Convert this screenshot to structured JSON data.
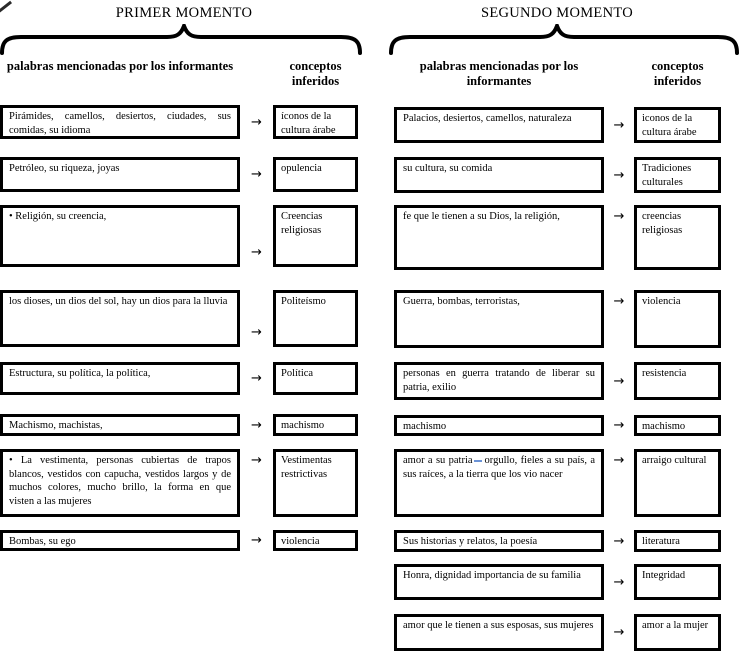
{
  "ui": {
    "arrow": "→",
    "ink_color": "#000000",
    "spellcheck_mark_color": "#6b93d6"
  },
  "primer": {
    "title": "PRIMER MOMENTO",
    "words_header": "palabras mencionadas por los informantes",
    "concepts_header": "conceptos inferidos",
    "rows": [
      {
        "words": "Pirámides, camellos, desiertos, ciudades, sus comidas, su idioma",
        "concept": "íconos de la cultura árabe"
      },
      {
        "words": "Petróleo, su riqueza, joyas",
        "concept": "opulencia"
      },
      {
        "words": "• Religión, su creencia,",
        "concept": "Creencias religiosas"
      },
      {
        "words": "los dioses, un dios del sol, hay un dios para la lluvia",
        "concept": "Politeísmo"
      },
      {
        "words": "Estructura, su política, la política,",
        "concept": "Política"
      },
      {
        "words": "Machismo, machistas,",
        "concept": "machismo"
      },
      {
        "words": "• La vestimenta, personas cubiertas de trapos blancos, vestidos con capucha, vestidos largos y de muchos colores, mucho brillo, la forma en que visten a las mujeres",
        "concept": "Vestimentas restrictivas"
      },
      {
        "words": "Bombas, su ego",
        "concept": "violencia"
      }
    ]
  },
  "segundo": {
    "title": "SEGUNDO MOMENTO",
    "words_header": "palabras mencionadas por los informantes",
    "concepts_header": "conceptos inferidos",
    "rows": [
      {
        "words": "Palacios, desiertos, camellos, naturaleza",
        "concept": "iconos de la cultura árabe"
      },
      {
        "words": "su cultura, su comida",
        "concept": "Tradiciones culturales"
      },
      {
        "words": "fe que le tienen a su Dios, la religión,",
        "concept": "creencias religiosas"
      },
      {
        "words": "Guerra, bombas, terroristas,",
        "concept": "violencia"
      },
      {
        "words": "personas en guerra tratando de liberar su patria, exilio",
        "concept": "resistencia"
      },
      {
        "words": "machismo",
        "concept": "machismo"
      },
      {
        "words_before": "amor a su patria",
        "words_after": "orgullo, fieles a su país, a sus raíces, a la tierra que los vio nacer",
        "concept": "arraigo cultural"
      },
      {
        "words": "Sus historias y relatos, la poesía",
        "concept": "literatura"
      },
      {
        "words": "Honra, dignidad importancia de su familia",
        "concept": "Integridad"
      },
      {
        "words": "amor que le tienen a sus esposas, sus mujeres",
        "concept": "amor a la mujer"
      }
    ]
  }
}
